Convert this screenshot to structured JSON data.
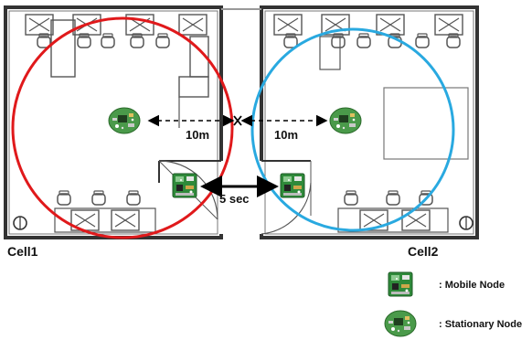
{
  "cells": [
    {
      "label": "Cell1",
      "ring_color": "#e0191b"
    },
    {
      "label": "Cell2",
      "ring_color": "#29a9e0"
    }
  ],
  "distances": {
    "left": "10m",
    "right": "10m"
  },
  "handoff_time": "5 sec",
  "legend": {
    "mobile": ": Mobile Node",
    "stationary": ": Stationary Node"
  },
  "icons": {
    "mobile_node": "green-circuit-board-icon",
    "stationary_node": "round-circuit-board-icon"
  },
  "colors": {
    "wall": "#333333",
    "furniture": "#555555",
    "board_green": "#2f8a3a",
    "board_round": "#4a9a4a"
  }
}
